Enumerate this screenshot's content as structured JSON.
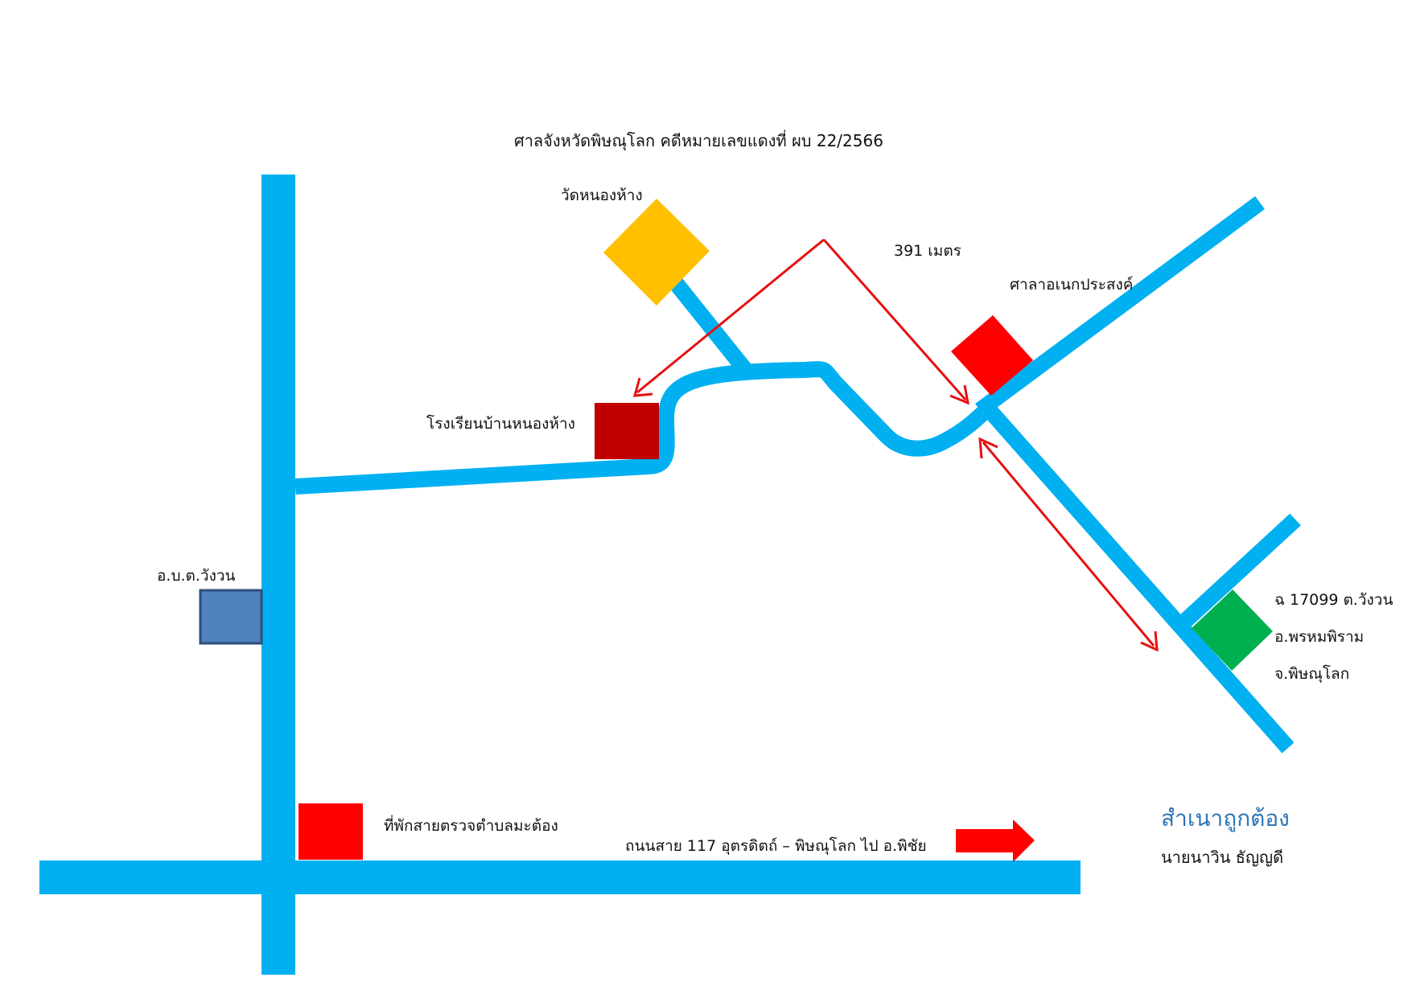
{
  "title": "ศาลจังหวัดพิษณุโลก  คดีหมายเลขแดงที่ ผบ 22/2566",
  "labels": {
    "temple": "วัดหนองห้าง",
    "distance": "391   เมตร",
    "pavilion": "ศาลาอเนกประสงค์",
    "school": "โรงเรียนบ้านหนองห้าง",
    "obt": "อ.บ.ต.วังวน",
    "deed_line1": "ฉ 17099  ต.วังวน",
    "deed_line2": "อ.พรหมพิราม",
    "deed_line3": "จ.พิษณุโลก",
    "checkpoint": "ที่พักสายตรวจตำบลมะต้อง",
    "highway": "ถนนสาย 117    อุตรดิตถ์ – พิษณุโลก    ไป อ.พิชัย"
  },
  "certification": {
    "stamp": "สำเนาถูกต้อง",
    "signer": "นายนาวิน  ธัญญดี"
  },
  "colors": {
    "road": "#00b0f0",
    "arrow": "#e81010",
    "temple": "#ffc000",
    "school": "#c00000",
    "pavilion": "#ff0000",
    "checkpoint": "#ff0000",
    "obt_fill": "#4f81bd",
    "obt_border": "#2f4f7a",
    "property": "#00b050",
    "certified_text": "#2e74b5"
  }
}
